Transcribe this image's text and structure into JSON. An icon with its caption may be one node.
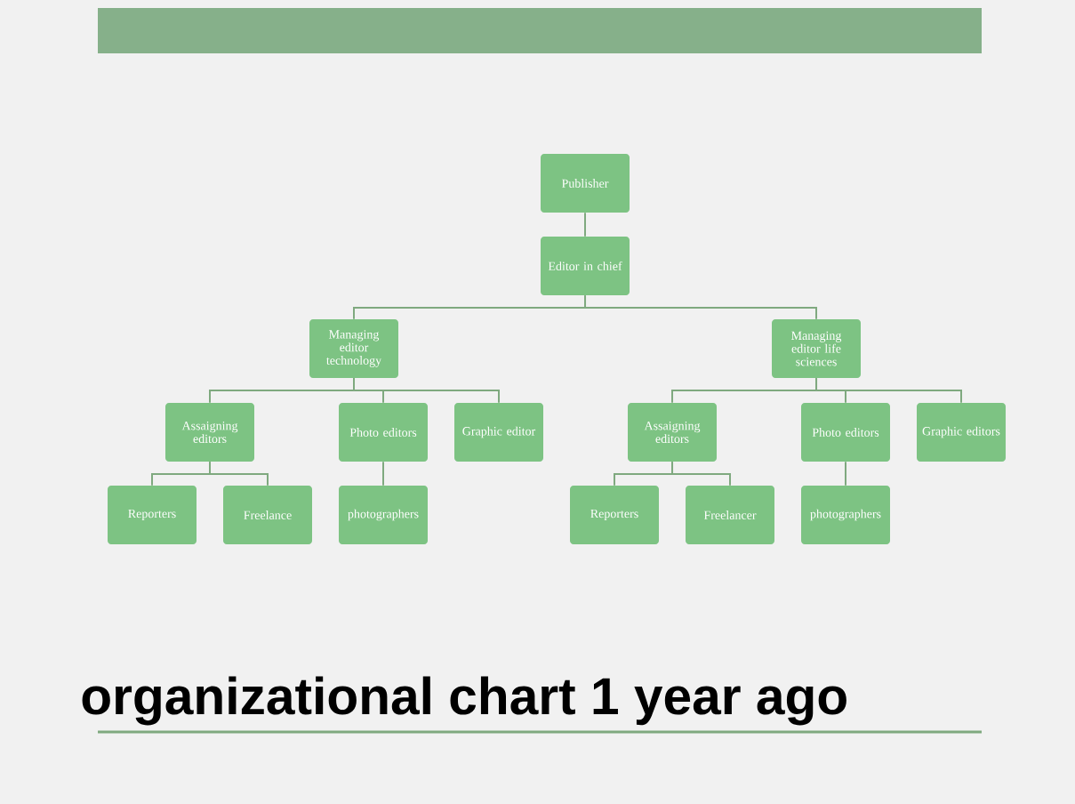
{
  "diagram": {
    "title": "organizational chart 1 year ago",
    "nodes": [
      {
        "text": [
          "Publisher"
        ]
      },
      {
        "text": [
          "Editor in chief"
        ]
      },
      {
        "text": [
          "Managing editor technology"
        ]
      },
      {
        "text": [
          "Managing editor life sciences"
        ]
      },
      {
        "text": [
          "Assaigning editors"
        ]
      },
      {
        "text": [
          "Photo editors"
        ]
      },
      {
        "text": [
          "Graphic editor"
        ]
      },
      {
        "text": [
          "Reporters"
        ]
      },
      {
        "text": [
          "Freelance"
        ]
      },
      {
        "text": [
          "photographers"
        ]
      },
      {
        "text": [
          "Assaigning editors"
        ]
      },
      {
        "text": [
          "Photo editors"
        ]
      },
      {
        "text": [
          "Graphic editors"
        ]
      },
      {
        "text": [
          "Reporters"
        ]
      },
      {
        "text": [
          "Freelancer"
        ]
      },
      {
        "text": [
          "photographers"
        ]
      }
    ],
    "edges": [
      {
        "from": 0,
        "to": 1,
        "arrow": "none"
      },
      {
        "from": 1,
        "to": 2,
        "arrow": "none"
      },
      {
        "from": 1,
        "to": 3,
        "arrow": "none"
      },
      {
        "from": 2,
        "to": 4,
        "arrow": "none"
      },
      {
        "from": 2,
        "to": 5,
        "arrow": "none"
      },
      {
        "from": 2,
        "to": 6,
        "arrow": "none"
      },
      {
        "from": 3,
        "to": 10,
        "arrow": "none"
      },
      {
        "from": 3,
        "to": 11,
        "arrow": "none"
      },
      {
        "from": 3,
        "to": 12,
        "arrow": "none"
      },
      {
        "from": 4,
        "to": 7,
        "arrow": "none"
      },
      {
        "from": 4,
        "to": 8,
        "arrow": "none"
      },
      {
        "from": 5,
        "to": 9,
        "arrow": "none"
      },
      {
        "from": 10,
        "to": 13,
        "arrow": "none"
      },
      {
        "from": 10,
        "to": 14,
        "arrow": "none"
      },
      {
        "from": 11,
        "to": 15,
        "arrow": "none"
      }
    ]
  }
}
